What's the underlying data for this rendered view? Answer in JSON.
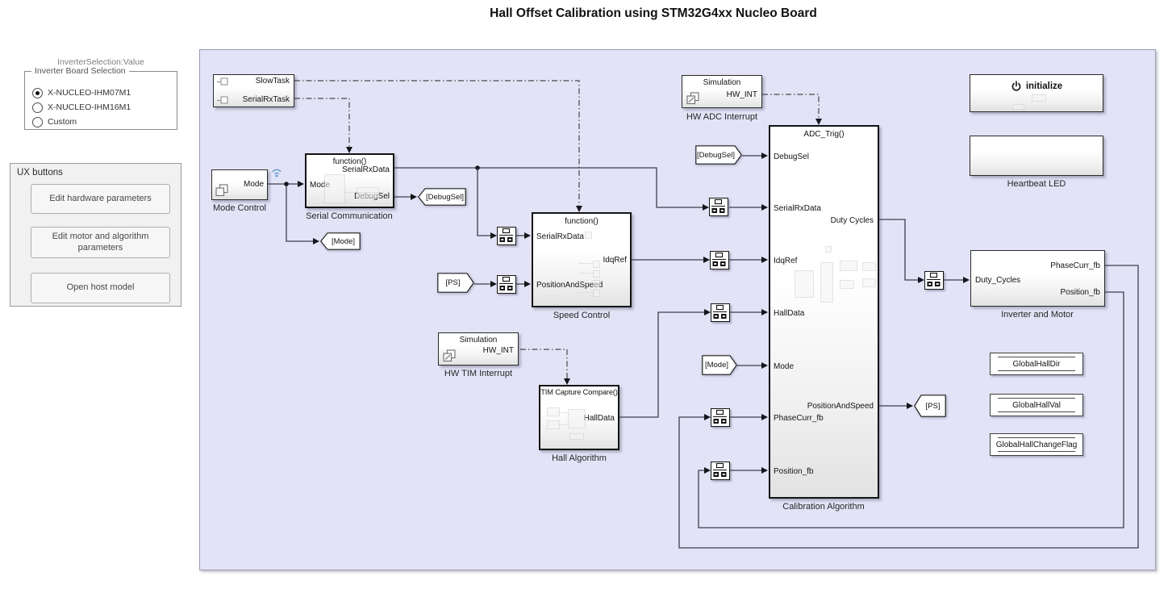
{
  "title": "Hall Offset Calibration using STM32G4xx Nucleo Board",
  "mask_panel": {
    "heading": "InverterSelection:Value",
    "group_label": "Inverter Board Selection",
    "radios": [
      {
        "label": "X-NUCLEO-IHM07M1",
        "selected": true
      },
      {
        "label": "X-NUCLEO-IHM16M1",
        "selected": false
      },
      {
        "label": "Custom",
        "selected": false
      }
    ],
    "ux": {
      "label": "UX buttons",
      "buttons": [
        "Edit hardware parameters",
        "Edit motor and algorithm parameters",
        "Open host model"
      ]
    }
  },
  "diagram": {
    "tasks_block": {
      "rows": [
        "SlowTask",
        "SerialRxTask"
      ]
    },
    "mode_control": {
      "out": "Mode",
      "caption": "Mode Control"
    },
    "serial_comm": {
      "trigger": "function()",
      "out_top": "SerialRxData",
      "in_left": "Mode",
      "out_bottom": "DebugSel",
      "caption": "Serial Communication"
    },
    "speed_control": {
      "trigger": "function()",
      "in1": "SerialRxData",
      "in2": "PositionAndSpeed",
      "out1": "IdqRef",
      "caption": "Speed Control"
    },
    "hall_algorithm": {
      "trigger": "TIM Capture Compare()",
      "out1": "HallData",
      "caption": "Hall Algorithm"
    },
    "hw_adc": {
      "top": "Simulation",
      "out": "HW_INT",
      "caption": "HW ADC Interrupt"
    },
    "hw_tim": {
      "top": "Simulation",
      "out": "HW_INT",
      "caption": "HW TIM Interrupt"
    },
    "calibration": {
      "trigger": "ADC_Trig()",
      "inputs": [
        "DebugSel",
        "SerialRxData",
        "IdqRef",
        "HallData",
        "Mode",
        "PhaseCurr_fb",
        "Position_fb"
      ],
      "out_duty": "Duty Cycles",
      "out_ps": "PositionAndSpeed",
      "caption": "Calibration Algorithm"
    },
    "inverter": {
      "in1": "Duty_Cycles",
      "out1": "PhaseCurr_fb",
      "out2": "Position_fb",
      "caption": "Inverter and Motor"
    },
    "initialize_block": {
      "label": "initialize"
    },
    "heartbeat": {
      "caption": "Heartbeat LED"
    },
    "data_stores": [
      "GlobalHallDir",
      "GlobalHallVal",
      "GlobalHallChangeFlag"
    ],
    "tags": {
      "goto_debugsel": "[DebugSel]",
      "from_debugsel": "[DebugSel]",
      "goto_mode": "[Mode]",
      "from_mode": "[Mode]",
      "goto_ps": "[PS]",
      "from_ps": "[PS]"
    }
  },
  "colors": {
    "canvas_fill": "#e3e3f7",
    "wire": "#3d3d4d",
    "wireless_blue": "#5b9bd5"
  }
}
